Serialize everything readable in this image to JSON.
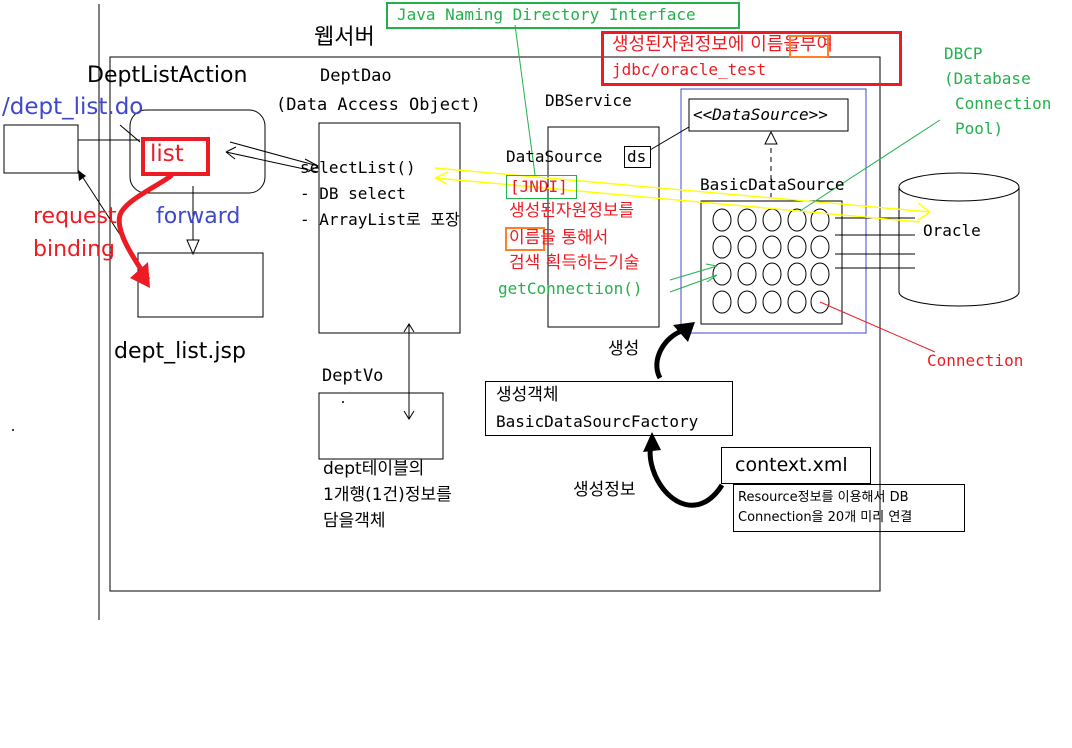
{
  "labels": {
    "jndi_title": "Java Naming Directory Interface",
    "web_server": "웹서버",
    "name_note_line1": "생성된자원정보에 이름을부여",
    "name_note_line2": "jdbc/oracle_test",
    "name_note_highlight": "이름",
    "dbcp_line1": "DBCP",
    "dbcp_line2": "(Database",
    "dbcp_line3": "Connection",
    "dbcp_line4": "Pool)",
    "dept_list_action": "DeptListAction",
    "dept_dao": "DeptDao",
    "dao_desc": "(Data Access Object)",
    "db_service": "DBService",
    "datasource_interface": "<<DataSource>>",
    "dept_list_do": "/dept_list.do",
    "list": "list",
    "select_list": "selectList()",
    "db_select": "- DB select",
    "arraylist_pack": "- ArrayList로 포장",
    "datasource_label": "DataSource",
    "ds": "ds",
    "jndi_tag": "[JNDI]",
    "jndi_desc1": "생성된자원정보를",
    "jndi_desc2_highlight": "이름",
    "jndi_desc2_rest": "을 통해서",
    "jndi_desc3": "검색 획득하는기술",
    "get_connection": "getConnection()",
    "basic_datasource": "BasicDataSource",
    "oracle": "Oracle",
    "request": "request",
    "binding": "binding",
    "forward": "forward",
    "dept_list_jsp": "dept_list.jsp",
    "dept_vo": "DeptVo",
    "create": "생성",
    "connection": "Connection",
    "factory_title": "생성객체",
    "factory_name": "BasicDataSourcFactory",
    "context_xml": "context.xml",
    "create_info": "생성정보",
    "resource_line1": "Resource정보를 이용해서 DB",
    "resource_line2": "Connection을 20개 미리 연결",
    "vo_desc1": "dept테이블의",
    "vo_desc2": "1개행(1건)정보를",
    "vo_desc3": "담을객체"
  },
  "colors": {
    "green": "#22b14c",
    "red": "#ed1c24",
    "blue": "#3f48cc",
    "orange": "#ff7f27",
    "yellow": "#ffff00",
    "black": "#000000"
  }
}
